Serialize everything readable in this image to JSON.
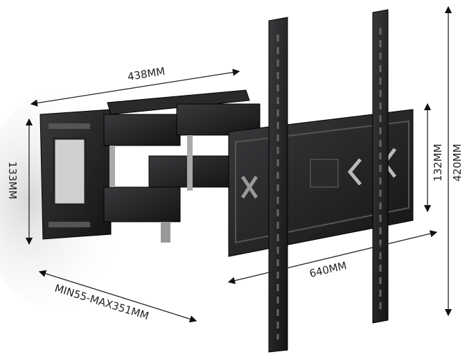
{
  "dimensions": {
    "arm_length": "438MM",
    "wall_plate_height": "133MM",
    "tv_plate_height": "132MM",
    "rail_height": "420MM",
    "tv_plate_width": "640MM",
    "extension": "MIN55-MAX351MM"
  },
  "colors": {
    "metal": "#1c1c1e",
    "highlight": "#5a5a5e",
    "line": "#222222"
  }
}
